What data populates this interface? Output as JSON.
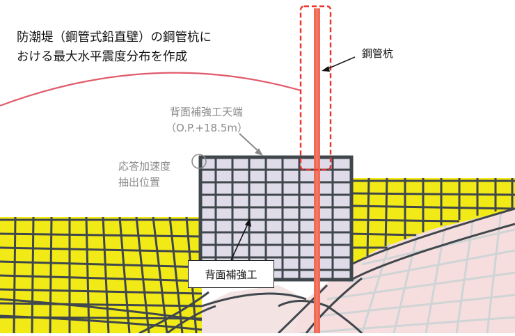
{
  "title": {
    "line1": "防潮堤（鋼管式鉛直壁）の鋼管杭に",
    "line2": "おける最大水平震度分布を作成"
  },
  "labels": {
    "steel_pipe_pile": "鋼管杭",
    "crest_line1": "背面補強工天端",
    "crest_line2": "（O.P.+18.5m）",
    "extraction_line1": "応答加速度",
    "extraction_line2": "抽出位置",
    "reinforcement": "背面補強工"
  },
  "colors": {
    "pile_red": "#f06a55",
    "pile_outline_dash": "#e8352b",
    "curve_red": "#e05a6a",
    "grid_dark": "#3f474c",
    "fill_yellow": "#f2ea16",
    "fill_pink": "#f7dede",
    "fill_lavender": "#dfdbe8",
    "label_gray": "#8a8a8a"
  }
}
